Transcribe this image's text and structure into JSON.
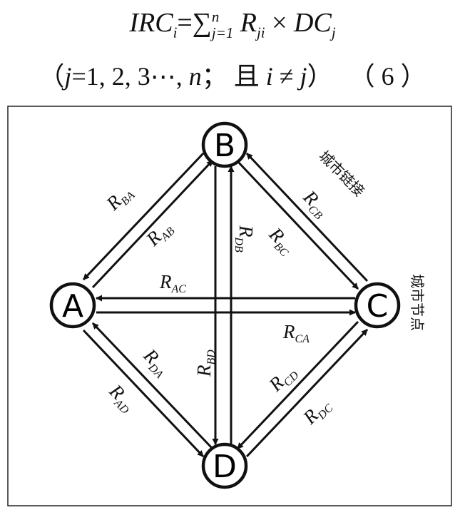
{
  "formula": {
    "line1": {
      "lhs_base": "IRC",
      "lhs_sub": "i",
      "eq_sum": "=∑",
      "sum_sup": "n",
      "sum_sub": "j=1",
      "r_base": "R",
      "r_sub": "ji",
      "times": "×",
      "dc_base": "DC",
      "dc_sub": "j"
    },
    "line2": {
      "open": "（",
      "j": "j",
      "range": "=1, 2, 3⋯, ",
      "n": "n",
      "semi": "； 且 ",
      "i": "i",
      "neq": " ≠ ",
      "j2": "j",
      "close": "）",
      "eqnum": "（ 6 ）"
    }
  },
  "diagram": {
    "nodes": [
      {
        "id": "A",
        "label": "A"
      },
      {
        "id": "B",
        "label": "B"
      },
      {
        "id": "C",
        "label": "C"
      },
      {
        "id": "D",
        "label": "D"
      }
    ],
    "edge_labels": [
      {
        "id": "BA",
        "base": "R",
        "sub": "BA"
      },
      {
        "id": "AB",
        "base": "R",
        "sub": "AB"
      },
      {
        "id": "CB",
        "base": "R",
        "sub": "CB"
      },
      {
        "id": "BC",
        "base": "R",
        "sub": "BC"
      },
      {
        "id": "DB",
        "base": "R",
        "sub": "DB"
      },
      {
        "id": "BD",
        "base": "R",
        "sub": "BD"
      },
      {
        "id": "AC",
        "base": "R",
        "sub": "AC"
      },
      {
        "id": "CA",
        "base": "R",
        "sub": "CA"
      },
      {
        "id": "DA",
        "base": "R",
        "sub": "DA"
      },
      {
        "id": "AD",
        "base": "R",
        "sub": "AD"
      },
      {
        "id": "CD",
        "base": "R",
        "sub": "CD"
      },
      {
        "id": "DC",
        "base": "R",
        "sub": "DC"
      }
    ],
    "annotations": {
      "city_link": "城市链接",
      "city_node": "城市节点"
    }
  }
}
